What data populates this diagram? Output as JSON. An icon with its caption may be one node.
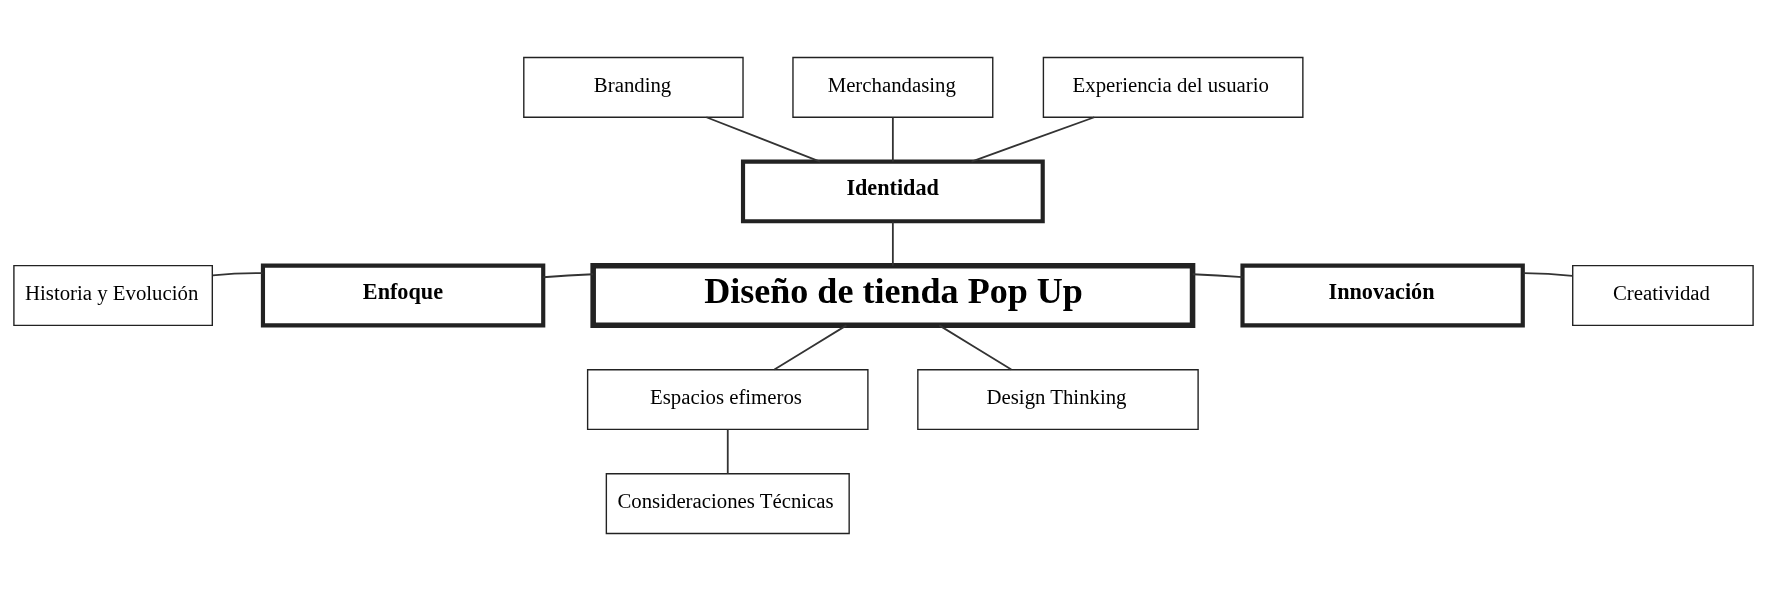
{
  "diagram": {
    "nodes": [
      {
        "text": [
          "Branding"
        ]
      },
      {
        "text": [
          "Merchandasing"
        ]
      },
      {
        "text": [
          "Experiencia del usuario"
        ]
      },
      {
        "text": [
          "Identidad"
        ]
      },
      {
        "text": [
          "Historia y Evolución"
        ]
      },
      {
        "text": [
          "Enfoque"
        ]
      },
      {
        "text": [
          "Diseño de tienda Pop Up"
        ]
      },
      {
        "text": [
          "Innovación"
        ]
      },
      {
        "text": [
          "Creatividad"
        ]
      },
      {
        "text": [
          "Espacios efimeros"
        ]
      },
      {
        "text": [
          "Design Thinking"
        ]
      },
      {
        "text": [
          "Consideraciones Técnicas"
        ]
      }
    ],
    "edges": [
      {
        "from": 3,
        "to": 0,
        "arrow": "none"
      },
      {
        "from": 3,
        "to": 1,
        "arrow": "none"
      },
      {
        "from": 3,
        "to": 2,
        "arrow": "none"
      },
      {
        "from": 6,
        "to": 3,
        "arrow": "none"
      },
      {
        "from": 5,
        "to": 4,
        "arrow": "none"
      },
      {
        "from": 6,
        "to": 5,
        "arrow": "none"
      },
      {
        "from": 6,
        "to": 7,
        "arrow": "none"
      },
      {
        "from": 7,
        "to": 8,
        "arrow": "none"
      },
      {
        "from": 6,
        "to": 9,
        "arrow": "none"
      },
      {
        "from": 6,
        "to": 10,
        "arrow": "none"
      },
      {
        "from": 9,
        "to": 11,
        "arrow": "none"
      }
    ]
  }
}
